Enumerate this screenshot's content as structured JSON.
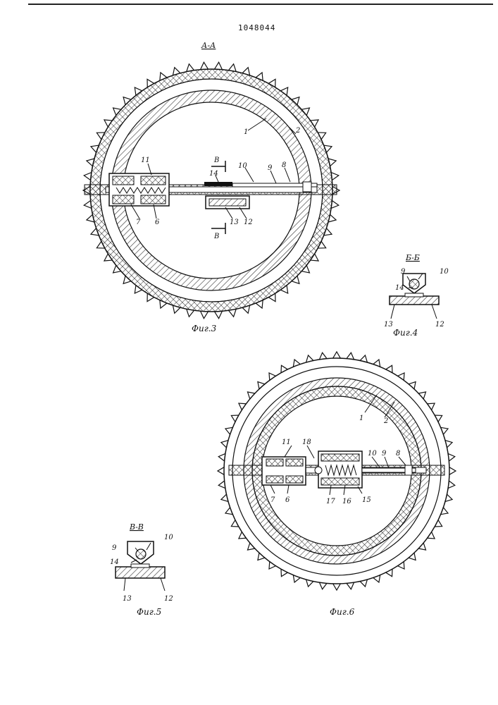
{
  "patent_number": "1048044",
  "sections": {
    "a_a": "А-А",
    "b_b": "Б-Б",
    "v_v": "В-В",
    "cut_mark": "В"
  },
  "captions": {
    "fig3": "Фиг.3",
    "fig4": "Фиг.4",
    "fig5": "Фиг.5",
    "fig6": "Фиг.6"
  },
  "fig3_labels": [
    "1",
    "2",
    "11",
    "14",
    "10",
    "9",
    "8",
    "7",
    "6",
    "13",
    "12"
  ],
  "fig4_labels": [
    "9",
    "10",
    "14",
    "13",
    "12"
  ],
  "fig5_labels": [
    "9",
    "10",
    "14",
    "13",
    "12"
  ],
  "fig6_labels": [
    "1",
    "2",
    "11",
    "18",
    "10",
    "9",
    "8",
    "7",
    "6",
    "17",
    "16",
    "15"
  ]
}
